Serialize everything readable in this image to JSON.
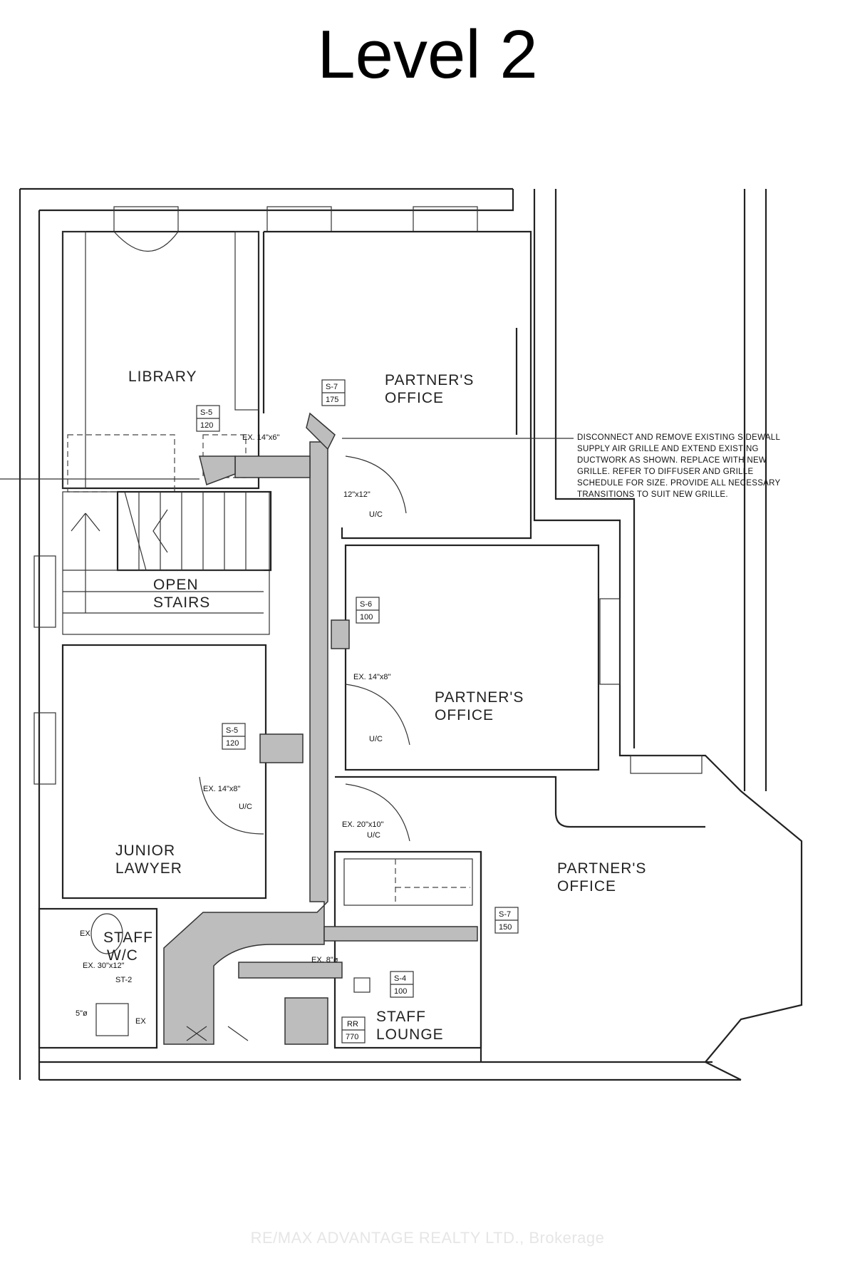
{
  "title": "Level 2",
  "rooms": {
    "library": "LIBRARY",
    "partner_office_1": [
      "PARTNER'S",
      "OFFICE"
    ],
    "partner_office_2": [
      "PARTNER'S",
      "OFFICE"
    ],
    "partner_office_3": [
      "PARTNER'S",
      "OFFICE"
    ],
    "open_stairs": [
      "OPEN",
      "STAIRS"
    ],
    "junior_lawyer": [
      "JUNIOR",
      "LAWYER"
    ],
    "staff_lounge": [
      "STAFF",
      "LOUNGE"
    ],
    "staff_wc": [
      "STAFF",
      "W/C"
    ]
  },
  "tags": {
    "s5_library": [
      "S-5",
      "120"
    ],
    "s7_top": [
      "S-7",
      "175"
    ],
    "s6_mid": [
      "S-6",
      "100"
    ],
    "s5_junior": [
      "S-5",
      "120"
    ],
    "s7_right": [
      "S-7",
      "150"
    ],
    "s4_lounge": [
      "S-4",
      "100"
    ],
    "rr_lounge": [
      "RR",
      "770"
    ]
  },
  "dims": {
    "ex_14x6_top": "EX. 14\"x6\"",
    "d_12x12": "12\"x12\"",
    "uc_1": "U/C",
    "ex_14x8": "EX. 14\"x8\"",
    "uc_2": "U/C",
    "ex_14x8_junior": "EX. 14\"x8\"",
    "uc_3": "U/C",
    "ex_20x10": "EX. 20\"x10\"",
    "uc_4": "U/C",
    "ex_8": "EX. 8\"ø",
    "ex_30x12": "EX. 30\"x12\"",
    "st2": "ST-2",
    "ex_small": "EX",
    "ex_5": "5\"ø",
    "ex_wc": "EX"
  },
  "note_lines": [
    "DISCONNECT AND REMOVE EXISTING SIDEWALL",
    "SUPPLY AIR GRILLE AND EXTEND EXISTING",
    "DUCTWORK AS SHOWN.  REPLACE WITH NEW",
    "GRILLE.  REFER TO DIFFUSER AND GRILLE",
    "SCHEDULE FOR SIZE.  PROVIDE ALL NECESSARY",
    "TRANSITIONS TO SUIT NEW GRILLE."
  ],
  "watermark": "RE/MAX ADVANTAGE REALTY LTD., Brokerage"
}
